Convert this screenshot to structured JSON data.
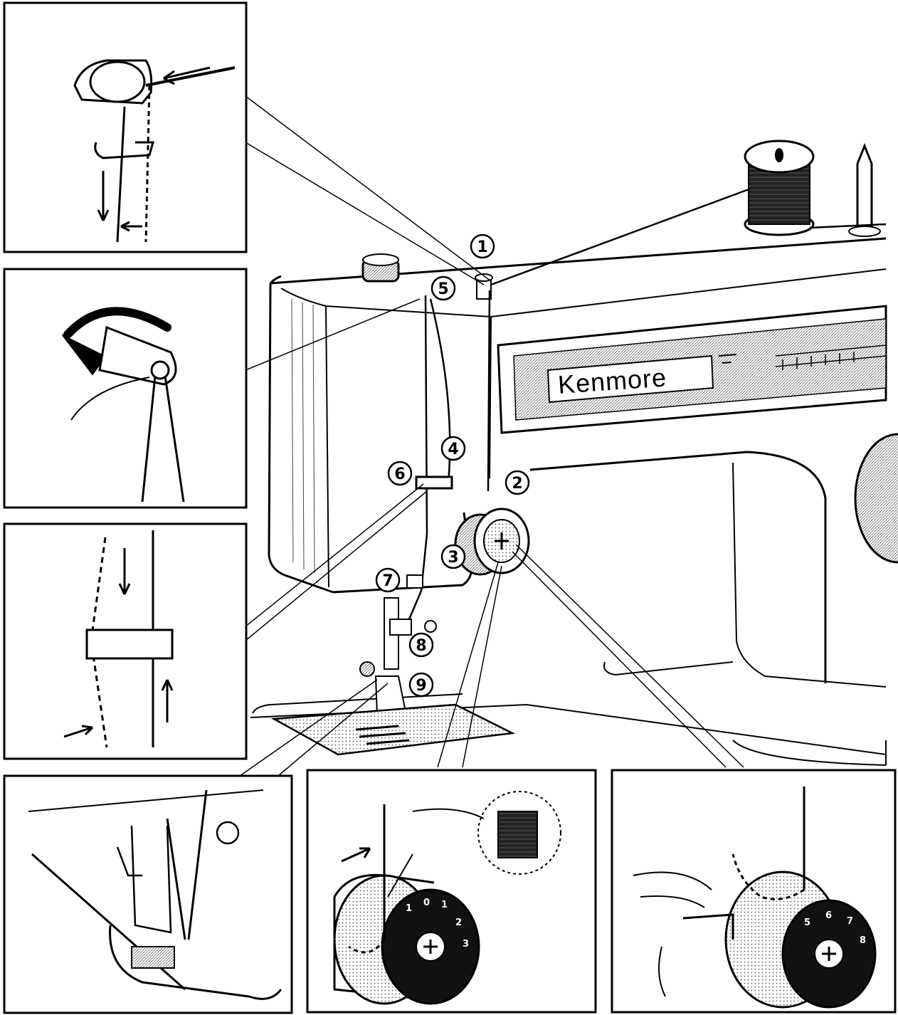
{
  "machine": {
    "brand": "Kenmore"
  },
  "callouts": [
    {
      "id": "1",
      "label": "1"
    },
    {
      "id": "2",
      "label": "2"
    },
    {
      "id": "3",
      "label": "3"
    },
    {
      "id": "4",
      "label": "4"
    },
    {
      "id": "5",
      "label": "5"
    },
    {
      "id": "6",
      "label": "6"
    },
    {
      "id": "7",
      "label": "7"
    },
    {
      "id": "8",
      "label": "8"
    },
    {
      "id": "9",
      "label": "9"
    }
  ],
  "dial": {
    "numbers_a": [
      "1",
      "0",
      "1",
      "2",
      "3"
    ],
    "numbers_b": [
      "5",
      "6",
      "7",
      "8"
    ]
  },
  "colors": {
    "ink": "#000000",
    "paper": "#ffffff",
    "shade": "#d9d9d9"
  }
}
